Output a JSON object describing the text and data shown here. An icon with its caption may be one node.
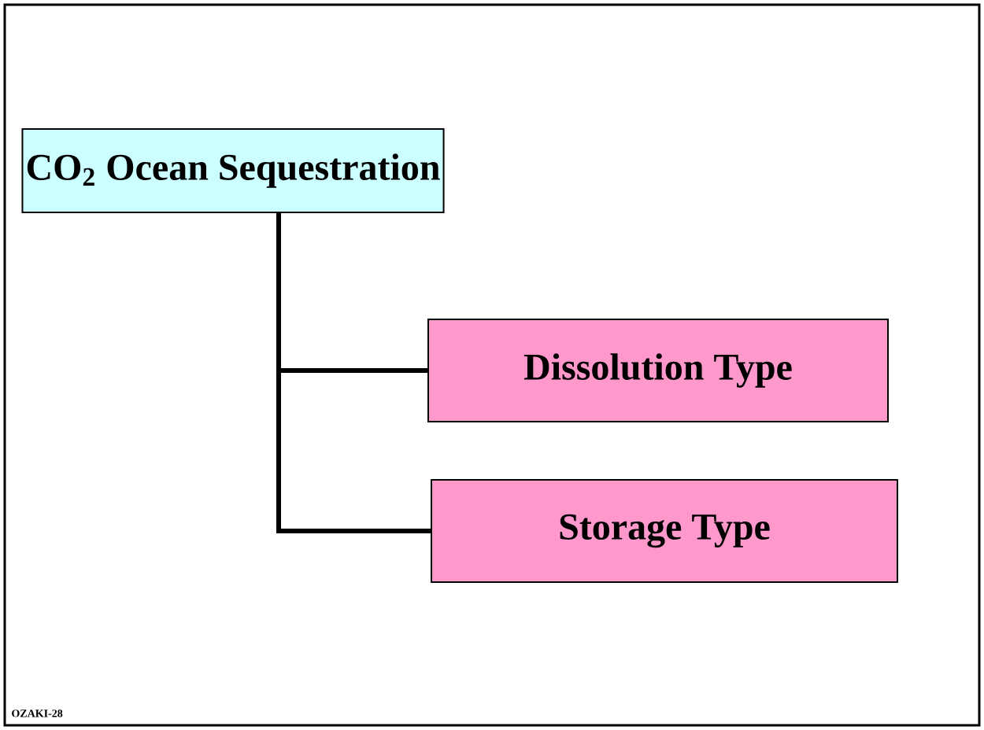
{
  "diagram": {
    "nodes": [
      {
        "text": [
          "CO$_{2}$ Ocean Sequestration"
        ]
      },
      {
        "text": [
          "Dissolution Type"
        ]
      },
      {
        "text": [
          "Storage Type"
        ]
      }
    ],
    "edges": [
      {
        "from": 0,
        "to": 1,
        "arrow": "none"
      },
      {
        "from": 0,
        "to": 2,
        "arrow": "none"
      }
    ],
    "labels": [
      "OZAKI-28"
    ]
  }
}
